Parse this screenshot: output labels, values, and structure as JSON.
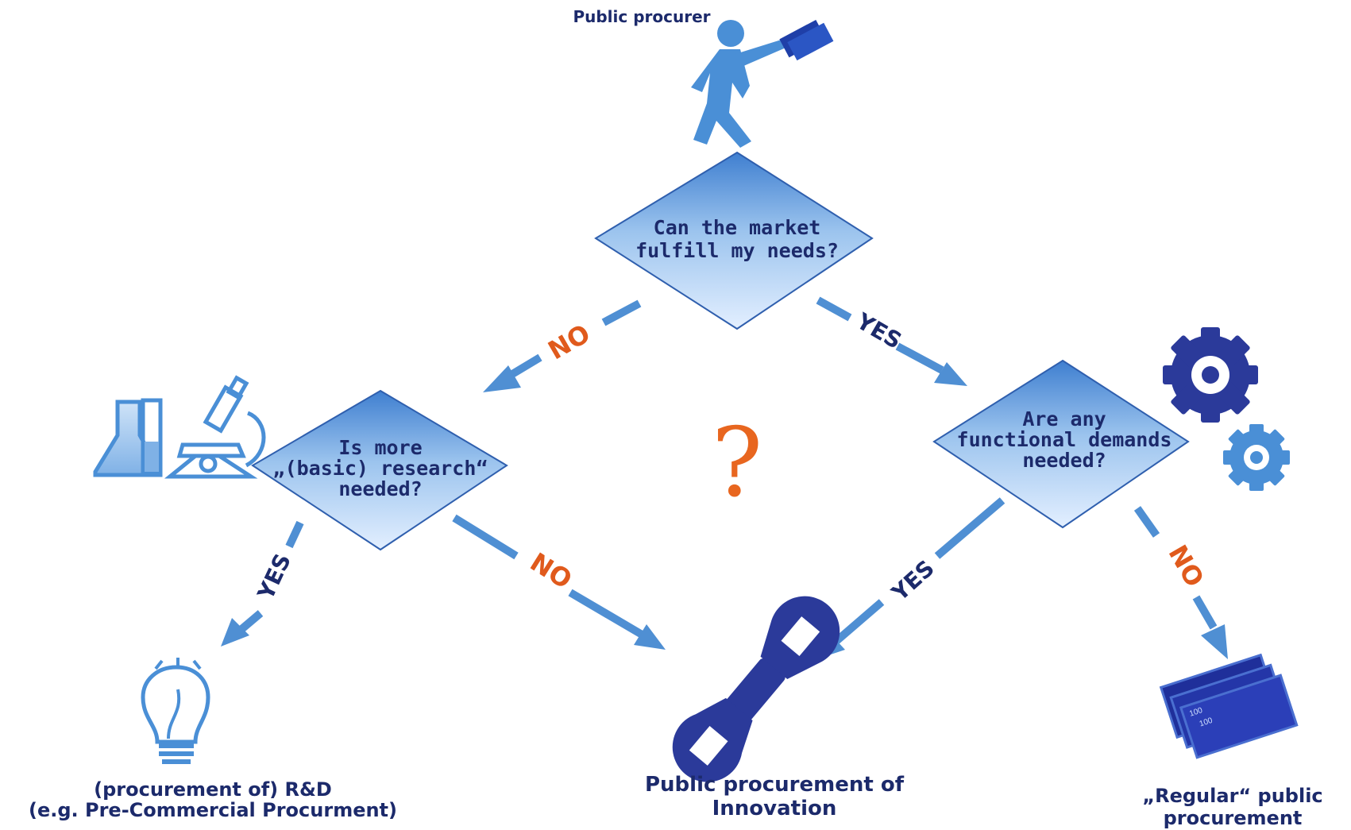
{
  "top_label": "Public procurer",
  "decisions": {
    "market": [
      "Can the market",
      "fulfill my needs?"
    ],
    "research": [
      "Is more",
      "„(basic) research“",
      "needed?"
    ],
    "functional": [
      "Are any",
      "functional demands",
      "needed?"
    ]
  },
  "branch_labels": {
    "market_no": "NO",
    "market_yes": "YES",
    "research_yes": "YES",
    "research_no": "NO",
    "functional_yes": "YES",
    "functional_no": "NO"
  },
  "question_mark": "?",
  "outcomes": {
    "rd": [
      "(procurement of) R&D",
      "(e.g. Pre-Commercial Procurment)"
    ],
    "ppi": [
      "Public procurement of",
      "Innovation"
    ],
    "regular": [
      "„Regular“ public",
      "procurement"
    ]
  },
  "banknote_text": "100",
  "colors": {
    "arrow": "#4f8fd3",
    "no_label": "#e05a1c",
    "text_dark": "#1c2a6b",
    "icon_dark": "#2b3a9a",
    "icon_light": "#4a8fd6"
  },
  "icons": [
    "walking-person-icon",
    "lab-flask-icon",
    "microscope-icon",
    "gears-icon",
    "lightbulb-icon",
    "wrench-icon",
    "banknotes-icon"
  ]
}
